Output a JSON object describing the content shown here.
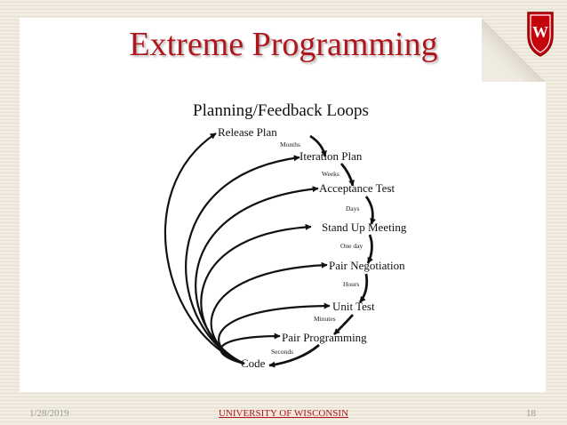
{
  "slide": {
    "title": "Extreme Programming",
    "footer_date": "1/28/2019",
    "footer_org": "UNIVERSITY OF WISCONSIN",
    "page_number": "18",
    "crest_letter": "W",
    "crest_color": "#c5050c"
  },
  "diagram": {
    "heading": "Planning/Feedback Loops",
    "stages": [
      "Release Plan",
      "Iteration Plan",
      "Acceptance Test",
      "Stand Up Meeting",
      "Pair Negotiation",
      "Unit Test",
      "Pair Programming",
      "Code"
    ],
    "intervals": [
      "Months",
      "Weeks",
      "Days",
      "One day",
      "Hours",
      "Minutes",
      "Seconds"
    ]
  }
}
